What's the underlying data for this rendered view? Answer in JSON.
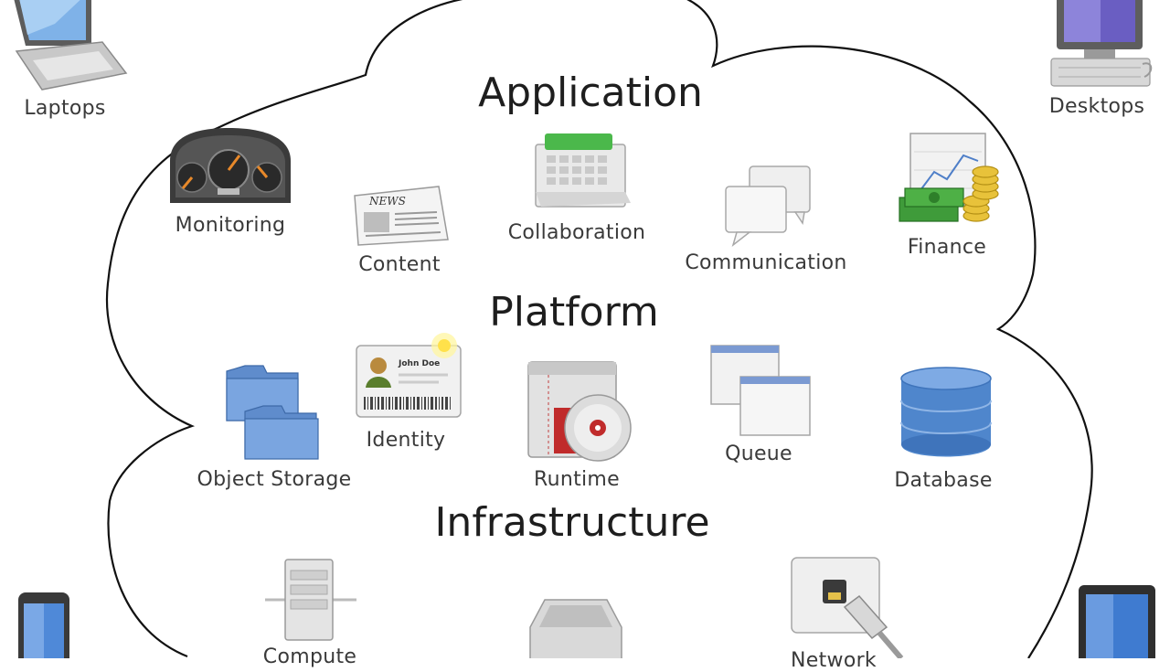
{
  "sections": {
    "application": "Application",
    "platform": "Platform",
    "infrastructure": "Infrastructure"
  },
  "application_items": {
    "monitoring": "Monitoring",
    "content": "Content",
    "collaboration": "Collaboration",
    "communication": "Communication",
    "finance": "Finance"
  },
  "platform_items": {
    "object_storage": "Object Storage",
    "identity": "Identity",
    "runtime": "Runtime",
    "queue": "Queue",
    "database": "Database"
  },
  "infrastructure_items": {
    "compute": "Compute",
    "network": "Network"
  },
  "devices": {
    "laptops": "Laptops",
    "desktops": "Desktops"
  },
  "icon_text": {
    "news": "NEWS",
    "id_name": "John Doe"
  },
  "colors": {
    "cloud_stroke": "#111111",
    "folder_blue": "#6f98d6",
    "database_blue": "#5b8fd0",
    "calendar_green": "#4bb84b",
    "money_green": "#3f9b3a",
    "coin_gold": "#e8c23a"
  }
}
